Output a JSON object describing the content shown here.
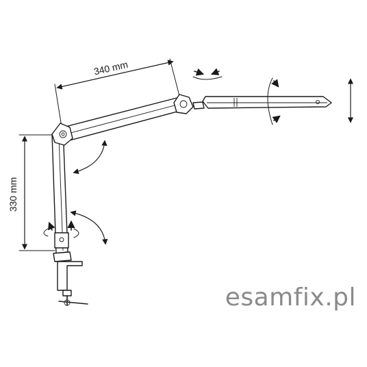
{
  "dimensions": {
    "arm_length": "340 mm",
    "pole_height": "330 mm"
  },
  "watermark": "esamfix.pl",
  "colors": {
    "line": "#1a1a1a",
    "watermark": "#8a8a8a",
    "background": "#ffffff"
  },
  "icons": [
    "rotation-arrow-icon",
    "tilt-arrow-icon",
    "swivel-arrow-icon",
    "vertical-adjust-arrow-icon"
  ]
}
